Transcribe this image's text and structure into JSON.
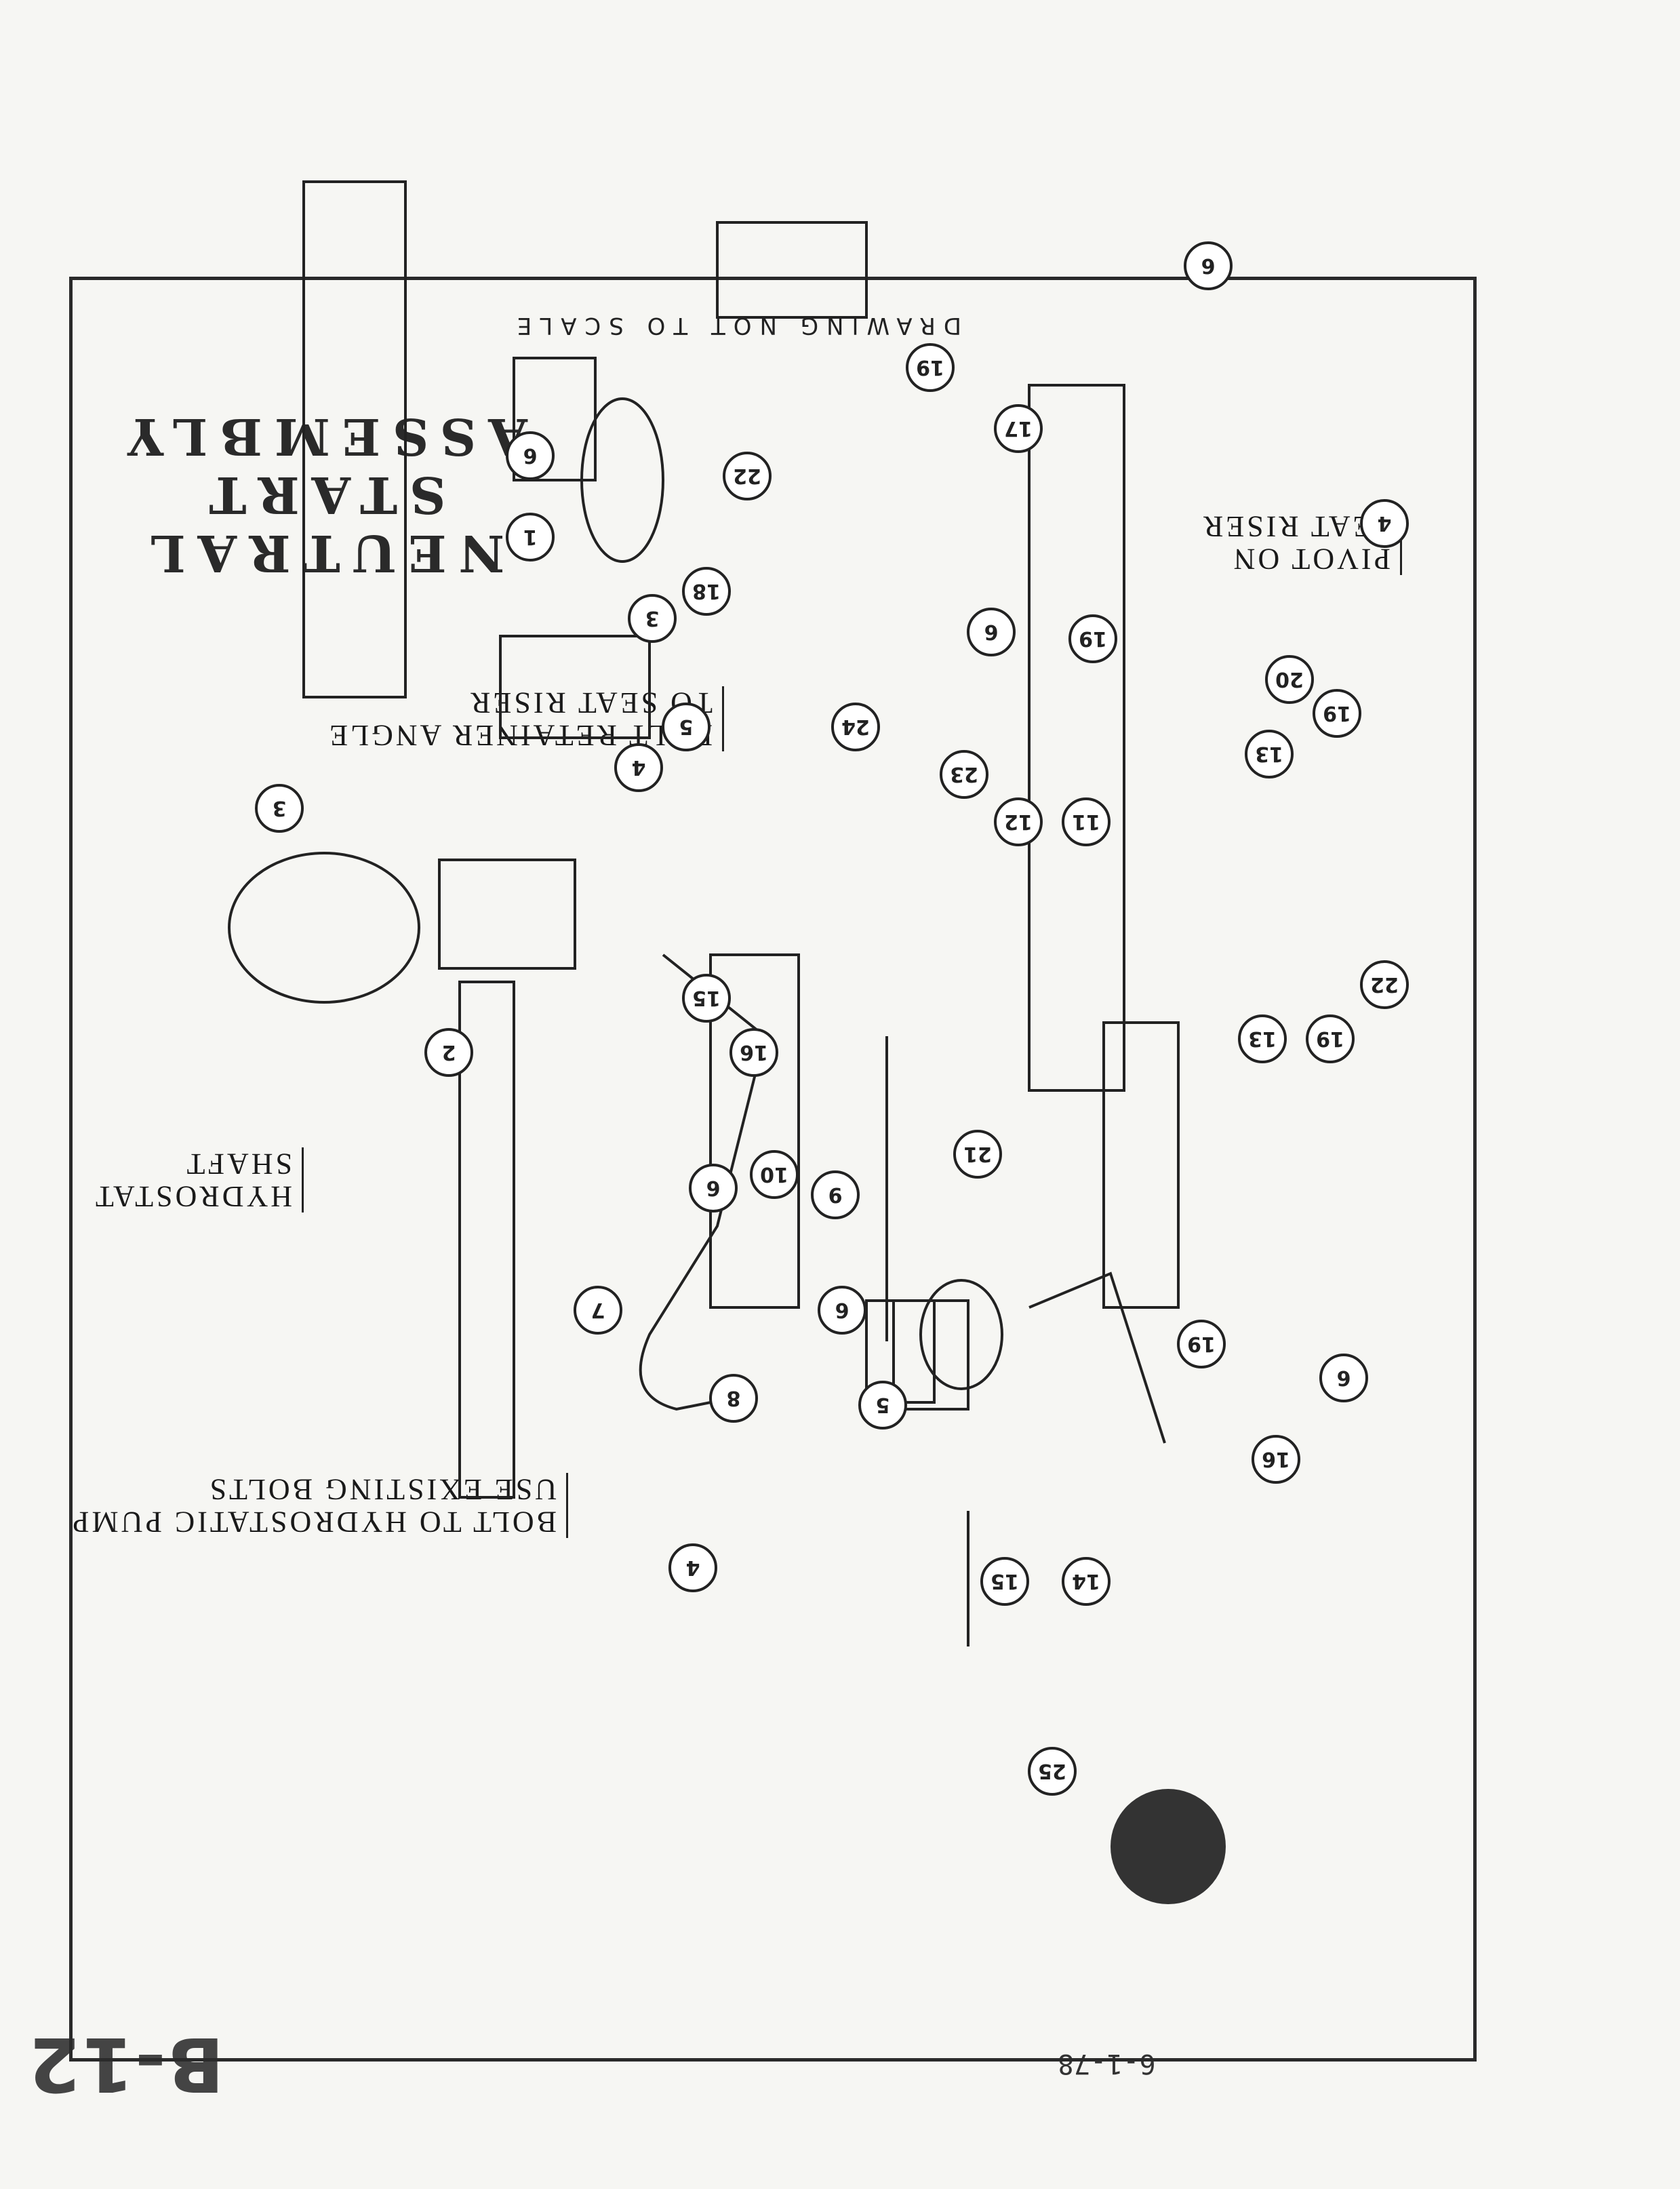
{
  "page": {
    "page_number": "B-12",
    "date": "6-1-78",
    "orientation": "rotated 180 degrees"
  },
  "drawing": {
    "title_line1": "NEUTRAL START",
    "title_line2": "ASSEMBLY",
    "scale_note": "DRAWING NOT TO SCALE"
  },
  "notes": {
    "pivot": [
      "PIVOT ON",
      "SEAT RISER"
    ],
    "retainer": [
      "BOLT RETAINER ANGLE",
      "TO SEAT RISER"
    ],
    "hydrostat": [
      "HYDROSTAT",
      "SHAFT"
    ],
    "pump": [
      "BOLT TO HYDROSTATIC PUMP",
      "USE EXISTING BOLTS"
    ]
  },
  "callouts": [
    "1",
    "2",
    "3",
    "3",
    "4",
    "4",
    "4",
    "5",
    "5",
    "6",
    "6",
    "6",
    "6",
    "6",
    "6",
    "7",
    "8",
    "9",
    "10",
    "11",
    "12",
    "13",
    "13",
    "14",
    "15",
    "15",
    "16",
    "16",
    "17",
    "18",
    "19",
    "19",
    "19",
    "19",
    "19",
    "20",
    "21",
    "22",
    "22",
    "23",
    "24",
    "25"
  ]
}
